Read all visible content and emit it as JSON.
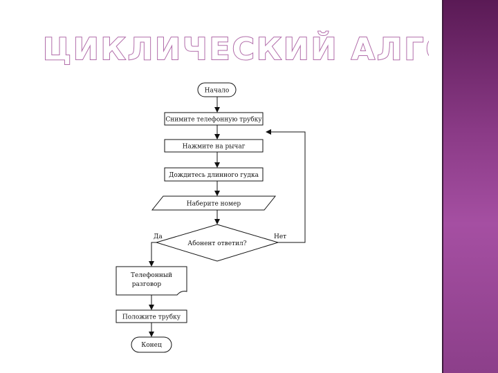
{
  "slide": {
    "title": "ЦИКЛИЧЕСКИЙ АЛГОРИТМ",
    "accent_color": "#9b4a98",
    "title_color": "#ffffff",
    "title_outline_color": "#b06aa8"
  },
  "flowchart": {
    "start": "Начало",
    "step1": "Снимите телефонную трубку",
    "step2": "Нажмите на рычаг",
    "step3": "Дождитесь длинного гудка",
    "input": "Наберите номер",
    "decision": "Абонент ответил?",
    "yes_label": "Да",
    "no_label": "Нет",
    "talk_line1": "Телефонный",
    "talk_line2": "разговор",
    "hangup": "Положите трубку",
    "end": "Конец"
  }
}
